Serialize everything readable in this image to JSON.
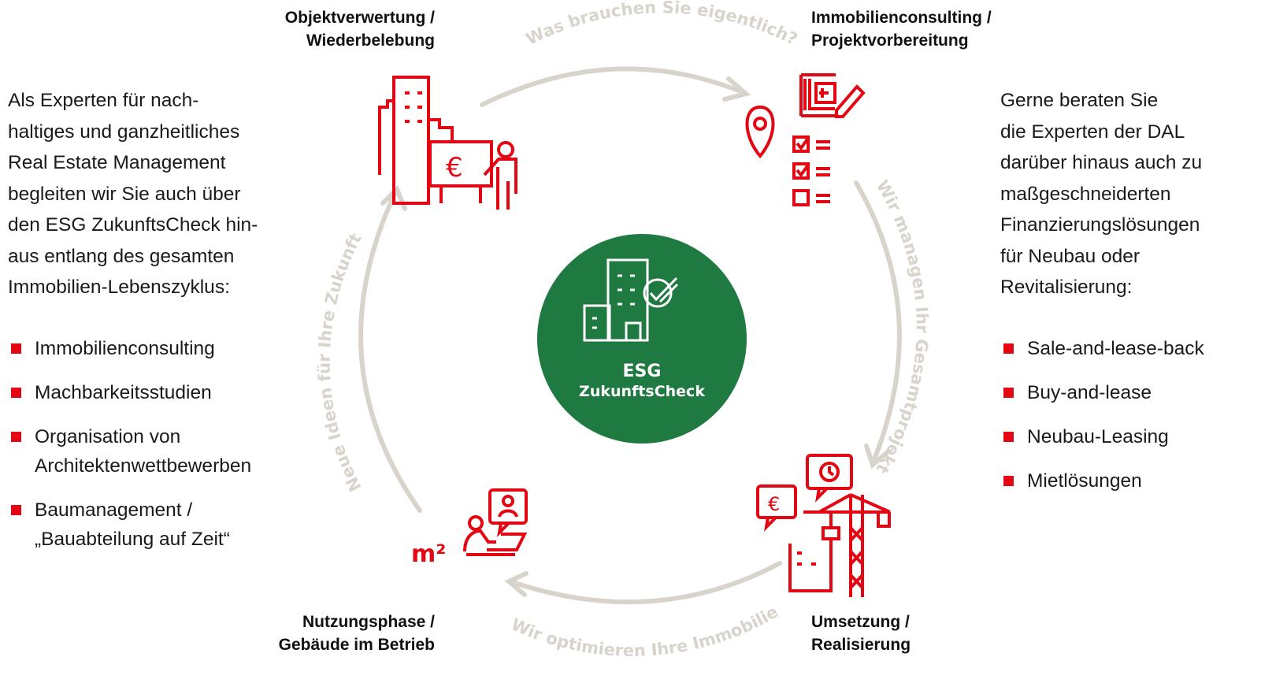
{
  "intro_left": "Als Experten für nach-\nhaltiges und ganzheitliches\nReal Estate Management\nbegleiten wir Sie auch über\nden ESG ZukunftsCheck hin-\naus entlang des  gesamten\nImmobilien-Lebenszyklus:",
  "services_left": [
    "Immobilienconsulting",
    "Machbarkeitsstudien",
    "Organisation von\nArchitektenwettbewerben",
    "Baumanagement /\n„Bauabteilung auf Zeit“"
  ],
  "intro_right": "Gerne beraten Sie\ndie Experten der DAL\ndarüber hinaus auch zu\nmaßgeschneiderten\nFinanzierungslösungen\nfür Neubau oder\nRevitalisierung:",
  "services_right": [
    "Sale-and-lease-back",
    "Buy-and-lease",
    "Neubau-Leasing",
    "Mietlösungen"
  ],
  "stages": {
    "top_left": "Objektverwertung /\nWiederbelebung",
    "top_right": "Immobilienconsulting /\nProjektvorbereitung",
    "bottom_left": "Nutzungsphase /\nGebäude im Betrieb",
    "bottom_right": "Umsetzung /\nRealisierung"
  },
  "arc_labels": {
    "top": "Was brauchen Sie eigentlich?",
    "right": "Wir managen Ihr Gesamtprojekt",
    "bottom": "Wir optimieren Ihre Immobilie",
    "left": "Neue Ideen für Ihre Zukunft"
  },
  "center": {
    "line1": "ESG",
    "line2": "ZukunftsCheck"
  },
  "icons": {
    "top_left": "building-presentation-euro-icon",
    "top_right": "blueprint-checklist-location-icon",
    "bottom_right": "construction-crane-icon",
    "bottom_left": "square-meter-workplace-icon",
    "center": "building-check-icon",
    "area_unit_label": "m²",
    "euro_symbol": "€"
  },
  "colors": {
    "accent_red": "#e30613",
    "circle_green": "#1f7a42",
    "arrow_beige": "#d9d4cb",
    "text": "#1a1a1a"
  }
}
